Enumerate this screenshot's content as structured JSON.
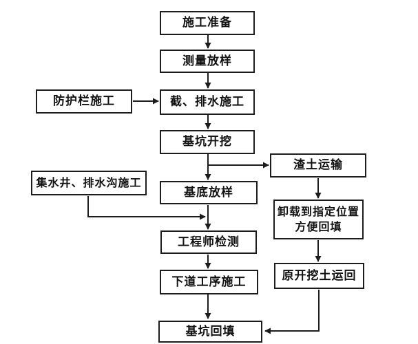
{
  "diagram": {
    "type": "flowchart",
    "language": "zh",
    "colors": {
      "background": "#ffffff",
      "line": "#1c1c1c",
      "box_border": "#1c1c1c",
      "box_fill": "#ffffff",
      "text": "#111111"
    },
    "nodes": {
      "prep": {
        "label": "施工准备"
      },
      "survey": {
        "label": "测量放样"
      },
      "guardrail": {
        "label": "防护栏施工"
      },
      "drainage": {
        "label": "截、排水施工"
      },
      "excavation": {
        "label": "基坑开挖"
      },
      "muck": {
        "label": "渣土运输"
      },
      "sump": {
        "label": "集水井、排水沟施工"
      },
      "base": {
        "label": "基底放样"
      },
      "unload": {
        "label_line1": "卸载到指定位置",
        "label_line2": "方便回填"
      },
      "engineer": {
        "label": "工程师检测"
      },
      "soil_return": {
        "label": "原开挖土运回"
      },
      "next_process": {
        "label": "下道工序施工"
      },
      "backfill": {
        "label": "基坑回填"
      }
    },
    "edges": [
      {
        "from": "施工准备",
        "to": "测量放样"
      },
      {
        "from": "测量放样",
        "to": "截、排水施工"
      },
      {
        "from": "防护栏施工",
        "to": "截、排水施工"
      },
      {
        "from": "截、排水施工",
        "to": "基坑开挖"
      },
      {
        "from": "基坑开挖",
        "to": "基底放样"
      },
      {
        "from": "基坑开挖",
        "to": "渣土运输"
      },
      {
        "from": "渣土运输",
        "to": "卸载到指定位置方便回填"
      },
      {
        "from": "集水井、排水沟施工",
        "to": "工程师检测"
      },
      {
        "from": "基底放样",
        "to": "工程师检测"
      },
      {
        "from": "卸载到指定位置方便回填",
        "to": "原开挖土运回"
      },
      {
        "from": "工程师检测",
        "to": "下道工序施工"
      },
      {
        "from": "下道工序施工",
        "to": "基坑回填"
      },
      {
        "from": "原开挖土运回",
        "to": "基坑回填"
      }
    ]
  }
}
